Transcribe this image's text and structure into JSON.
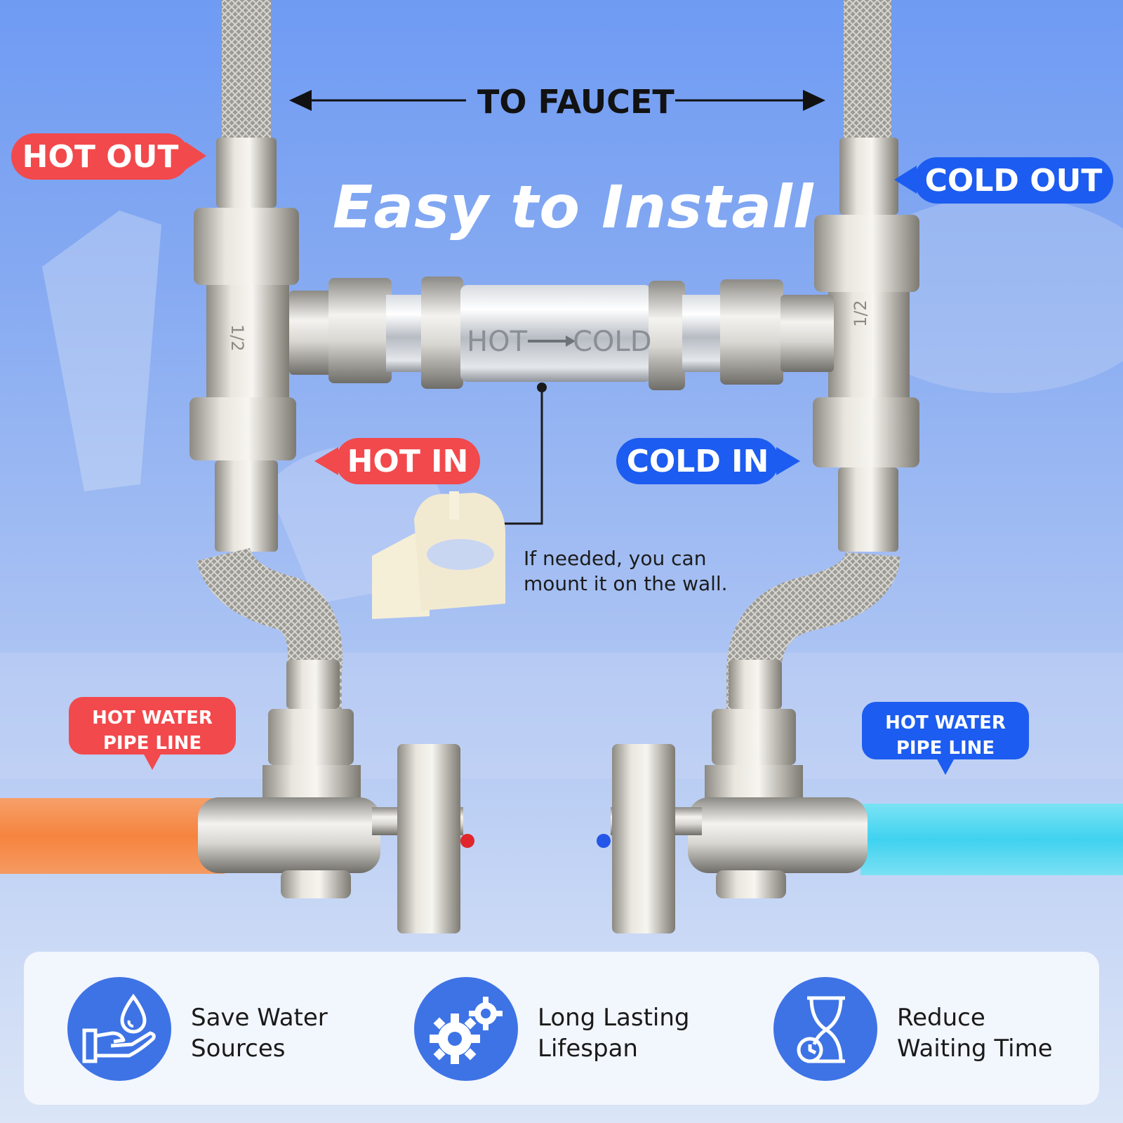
{
  "top_label": "TO FAUCET",
  "headline": "Easy to Install",
  "labels": {
    "hot_out": "HOT OUT",
    "cold_out": "COLD OUT",
    "hot_in": "HOT IN",
    "cold_in": "COLD IN"
  },
  "valve_engraving": {
    "left": "HOT",
    "right": "COLD",
    "tee_marking": "1/2"
  },
  "wall_mount_note": {
    "line1": "If needed, you can",
    "line2": "mount it on the wall."
  },
  "pipe_line_labels": {
    "left_line1": "HOT WATER",
    "left_line2": "PIPE LINE",
    "right_line1": "HOT WATER",
    "right_line2": "PIPE LINE"
  },
  "features": [
    {
      "icon": "water-hand-icon",
      "line1": "Save Water",
      "line2": "Sources"
    },
    {
      "icon": "gears-icon",
      "line1": "Long Lasting",
      "line2": "Lifespan"
    },
    {
      "icon": "hourglass-clock-icon",
      "line1": "Reduce",
      "line2": "Waiting Time"
    }
  ],
  "colors": {
    "hot": "#f2494c",
    "cold": "#1c5cf0",
    "icon_circle": "#3e73e6",
    "hot_pipe": "#f7894a",
    "cold_pipe": "#4fd8f2"
  }
}
